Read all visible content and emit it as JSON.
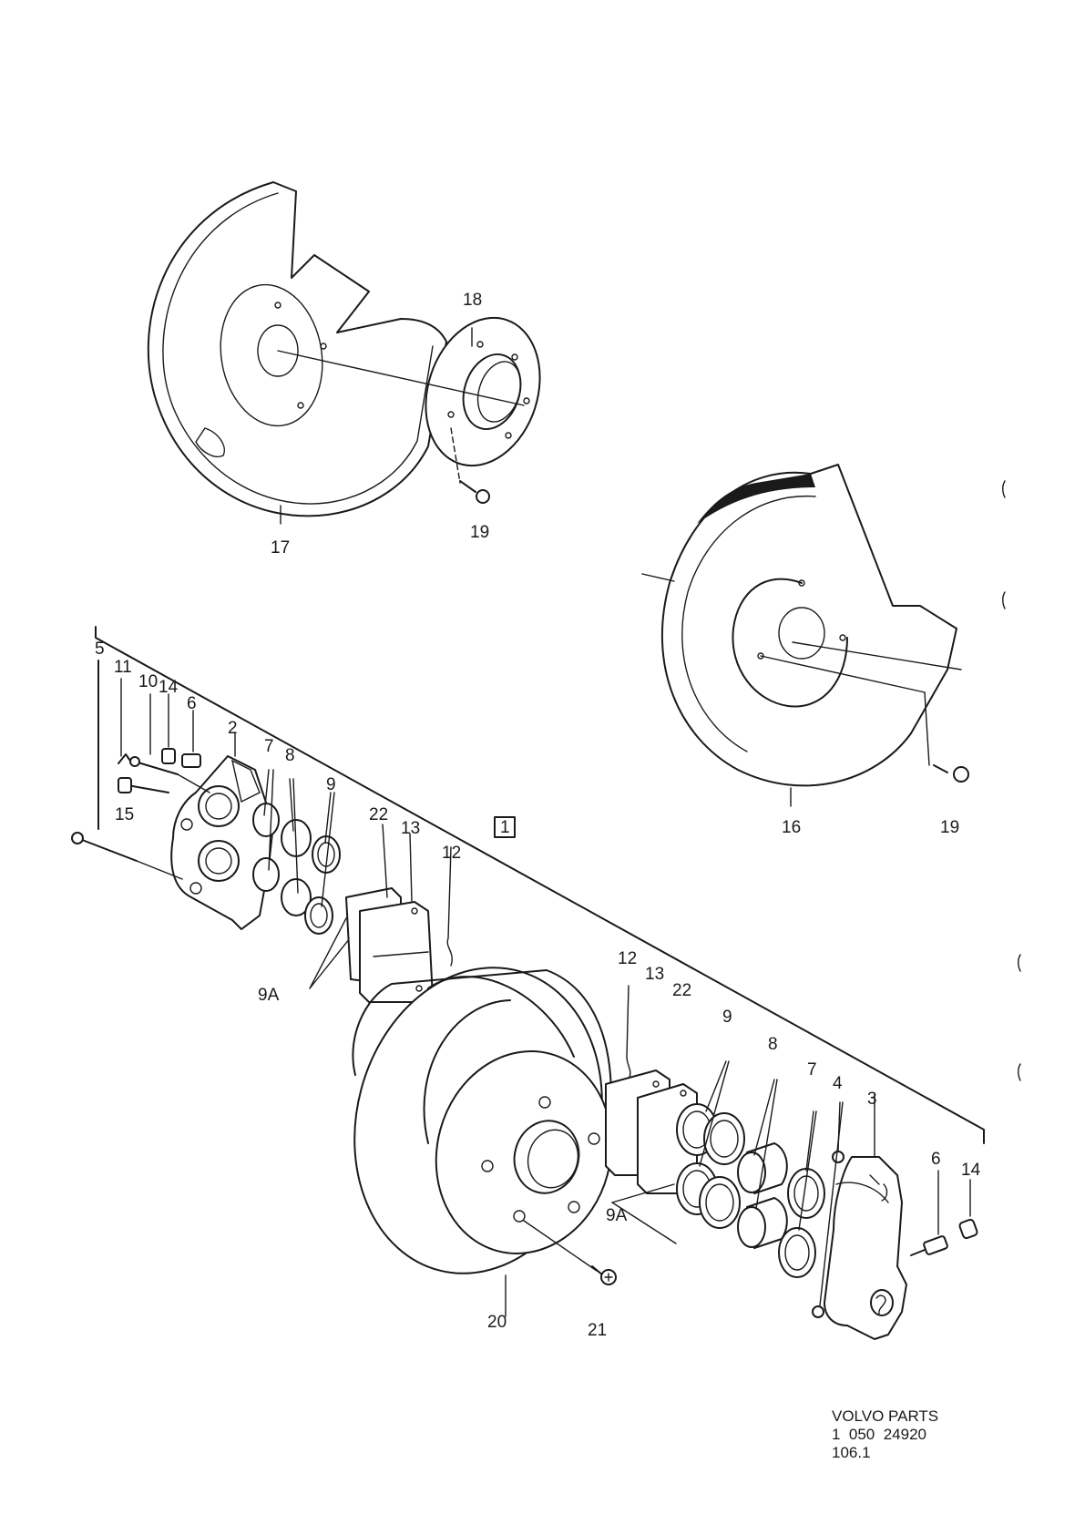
{
  "callouts": {
    "c17": "17",
    "c18": "18",
    "c19a": "19",
    "c16": "16",
    "c19b": "19",
    "c1": "1",
    "c5": "5",
    "c11": "11",
    "c10": "10",
    "c14a": "14",
    "c6a": "6",
    "c2": "2",
    "c15": "15",
    "c7a": "7",
    "c8a": "8",
    "c9a": "9",
    "c22a": "22",
    "c13a": "13",
    "c12a": "12",
    "c9Aa": "9A",
    "c12b": "12",
    "c13b": "13",
    "c22b": "22",
    "c9b": "9",
    "c8b": "8",
    "c7b": "7",
    "c4": "4",
    "c3": "3",
    "c6b": "6",
    "c14b": "14",
    "c9Ab": "9A",
    "c20": "20",
    "c21": "21"
  },
  "reference": {
    "line1": "VOLVO PARTS",
    "line2": "1  050  24920",
    "line3": "106.1"
  }
}
